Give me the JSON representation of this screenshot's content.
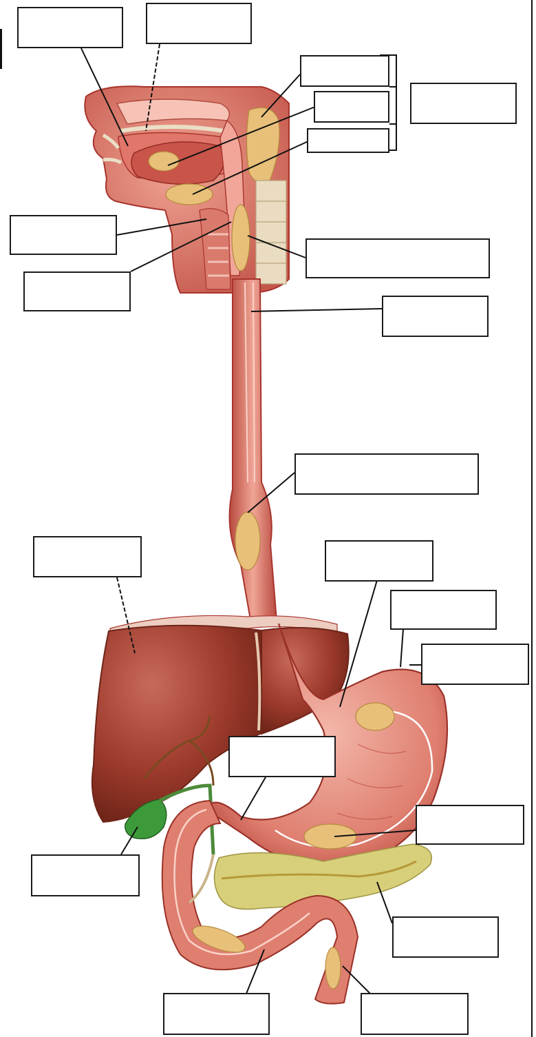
{
  "diagram": {
    "boxes": [
      {
        "id": "box-1",
        "answer": ""
      },
      {
        "id": "box-2",
        "answer": ""
      },
      {
        "id": "box-3",
        "answer": ""
      },
      {
        "id": "box-4",
        "answer": ""
      },
      {
        "id": "box-5",
        "answer": ""
      },
      {
        "id": "box-6",
        "answer": ""
      },
      {
        "id": "box-7",
        "answer": ""
      },
      {
        "id": "box-8",
        "answer": ""
      },
      {
        "id": "box-9",
        "answer": ""
      },
      {
        "id": "box-10",
        "answer": ""
      },
      {
        "id": "box-11",
        "answer": ""
      },
      {
        "id": "box-12",
        "answer": ""
      },
      {
        "id": "box-13",
        "answer": ""
      },
      {
        "id": "box-14",
        "answer": ""
      },
      {
        "id": "box-15",
        "answer": ""
      },
      {
        "id": "box-16",
        "answer": ""
      },
      {
        "id": "box-17",
        "answer": ""
      },
      {
        "id": "box-18",
        "answer": ""
      },
      {
        "id": "box-19",
        "answer": ""
      },
      {
        "id": "box-20",
        "answer": ""
      },
      {
        "id": "box-21",
        "answer": ""
      },
      {
        "id": "box-22",
        "answer": ""
      }
    ],
    "colors": {
      "tissue": "#d9645a",
      "tissue_dark": "#a8342e",
      "tissue_light": "#f2a89a",
      "liver": "#9c3a2c",
      "liver_light": "#c2574a",
      "gland": "#e8c07a",
      "pancreas": "#d8cf7a",
      "gallbladder": "#3d9a3a",
      "bone": "#e9dcc0",
      "leader": "#111111"
    }
  }
}
